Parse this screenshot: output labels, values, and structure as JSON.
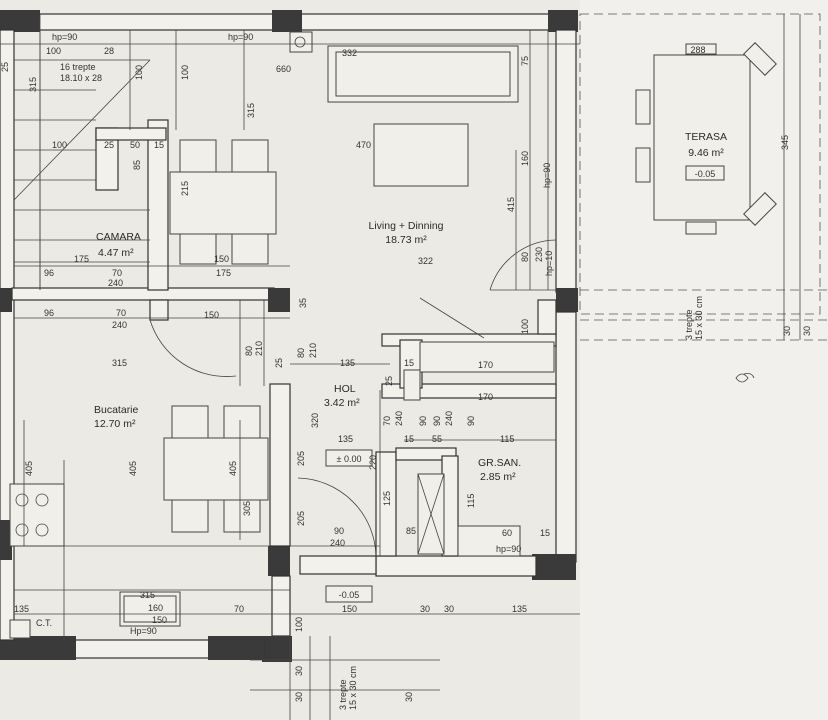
{
  "rooms": {
    "living": {
      "name": "Living + Dinning",
      "area": "18.73 m²"
    },
    "terasa": {
      "name": "TERASA",
      "area": "9.46 m²",
      "level": "-0.05"
    },
    "camara": {
      "name": "CAMARA",
      "area": "4.47 m²"
    },
    "bucatarie": {
      "name": "Bucatarie",
      "area": "12.70 m²"
    },
    "hol": {
      "name": "HOL",
      "area": "3.42 m²"
    },
    "grsan": {
      "name": "GR.SAN.",
      "area": "2.85 m²"
    },
    "ct": {
      "name": "C.T."
    }
  },
  "stairs": {
    "internal_count": "16 trepte",
    "internal_size": "18.10 x 28",
    "terrace_count": "3 trepte",
    "terrace_size": "15 x 30 cm",
    "entry_count": "3 trepte",
    "entry_size": "15 x 30 cm"
  },
  "levels": {
    "interior": "± 0.00",
    "entry": "-0.05"
  },
  "annotations": {
    "hp90_top_left": "hp=90",
    "hp90_top_mid": "hp=90",
    "hp90_right": "hp=90",
    "hp10": "hp=10",
    "hp90_bath": "hp=90",
    "hp90_kitchen": "Hp=90",
    "tag_332": "332",
    "tag_288": "288"
  },
  "dimensions": {
    "d100a": "100",
    "d28": "28",
    "d25a": "25",
    "d315a": "315",
    "d100b": "100",
    "d100c": "100",
    "d660": "660",
    "d75": "75",
    "d315b": "315",
    "d100d": "100",
    "d25b": "25",
    "d50": "50",
    "d15a": "15",
    "d85": "85",
    "d470": "470",
    "d215": "215",
    "d160": "160",
    "d415": "415",
    "d345": "345",
    "d175a": "175",
    "d96a": "96",
    "d70a": "70",
    "d240a": "240",
    "d150a": "150",
    "d175b": "175",
    "d322": "322",
    "d80a": "80",
    "d230": "230",
    "d96b": "96",
    "d70b": "70",
    "d240b": "240",
    "d150b": "150",
    "d35": "35",
    "d80b": "80",
    "d210a": "210",
    "d25c": "25",
    "d80c": "80",
    "d210b": "210",
    "d135a": "135",
    "d15b": "15",
    "d170a": "170",
    "d100e": "100",
    "d315c": "315",
    "d170b": "170",
    "d25d": "25",
    "d70c": "70",
    "d240c": "240",
    "d90a": "90",
    "d90b": "90",
    "d240d": "240",
    "d90c": "90",
    "d320": "320",
    "d135b": "135",
    "d15c": "15",
    "d55": "55",
    "d115a": "115",
    "d205a": "205",
    "d405a": "405",
    "d405b": "405",
    "d405c": "405",
    "d220": "220",
    "d305": "305",
    "d125": "125",
    "d115b": "115",
    "d205b": "205",
    "d90d": "90",
    "d240e": "240",
    "d85b": "85",
    "d60": "60",
    "d15d": "15",
    "d315d": "315",
    "d160b": "160",
    "d150c": "150",
    "d135c": "135",
    "d70d": "70",
    "d100f": "100",
    "d150d": "150",
    "d30a": "30",
    "d30b": "30",
    "d135d": "135",
    "d30c": "30",
    "d30d": "30",
    "d30e": "30",
    "d30f": "30",
    "d30g": "30"
  }
}
